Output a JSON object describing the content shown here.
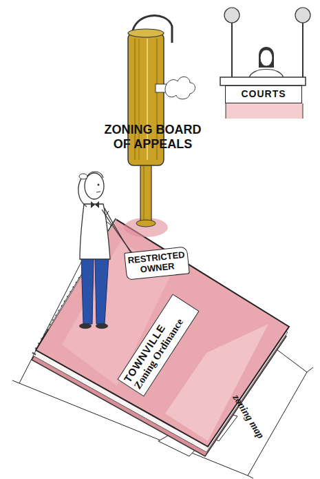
{
  "diagram": {
    "nodes": [
      {
        "text": [
          "COURTS"
        ]
      },
      {
        "text": [
          "ZONING BOARD OF APPEALS"
        ]
      },
      {
        "text": [
          "RESTRICTED OWNER"
        ]
      },
      {
        "text": [
          "TOWNVILLE",
          "Zoning Ordinance"
        ]
      }
    ],
    "labels": [
      "zoning map"
    ]
  }
}
